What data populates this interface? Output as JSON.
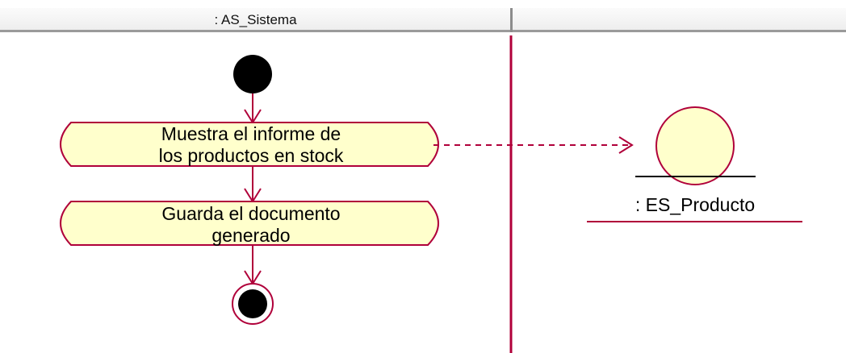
{
  "swimlanes": [
    {
      "title": ": AS_Sistema"
    }
  ],
  "activities": [
    {
      "lines": [
        "Muestra el informe de",
        "los productos en stock"
      ]
    },
    {
      "lines": [
        "Guarda el documento",
        "generado"
      ]
    }
  ],
  "object": {
    "label": ": ES_Producto"
  },
  "colors": {
    "line": "#b0003a",
    "activity_fill": "#ffffcc",
    "object_fill": "#ffffcc",
    "node_fill": "#000000"
  }
}
